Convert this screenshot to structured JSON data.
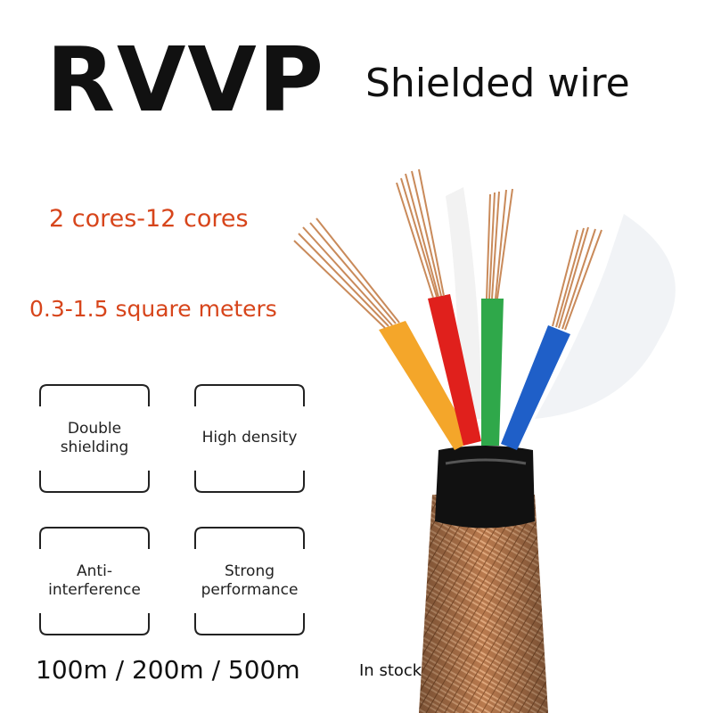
{
  "title": {
    "main": "RVVP",
    "sub": "Shielded wire"
  },
  "specs": {
    "cores": "2 cores-12 cores",
    "section": "0.3-1.5 square meters"
  },
  "features": [
    {
      "label": "Double shielding"
    },
    {
      "label": "High density"
    },
    {
      "label": "Anti-interference"
    },
    {
      "label": "Strong performance"
    }
  ],
  "footer": {
    "lengths": "100m / 200m / 500m",
    "stock": "In stock"
  },
  "colors": {
    "accent": "#d7451b",
    "wire_yellow": "#f4a62a",
    "wire_red": "#e0201c",
    "wire_green": "#2fa84a",
    "wire_blue": "#1f5fc8",
    "copper": "#c98a5a",
    "jacket": "#111111"
  },
  "image": {
    "subject": "shielded-cable-photo"
  }
}
